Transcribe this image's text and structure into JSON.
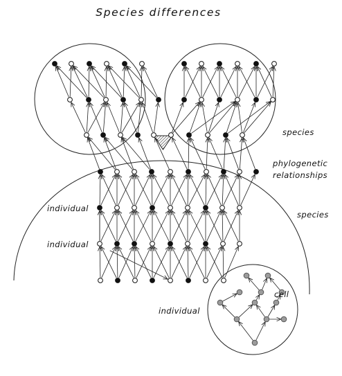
{
  "title": "Species differences",
  "labels": {
    "species_upper": "species",
    "phylogenetic_line1": "phylogenetic",
    "phylogenetic_line2": "relationships",
    "species_middle": "species",
    "individual_1": "individual",
    "individual_2": "individual",
    "individual_3": "individual",
    "cell": "cell"
  },
  "colors": {
    "filled_node": "#111111",
    "open_node": "#ffffff",
    "cell_node": "#9c9c9c",
    "line": "#222222"
  },
  "icons": {
    "triangle": "hatched-down-triangle-icon"
  }
}
